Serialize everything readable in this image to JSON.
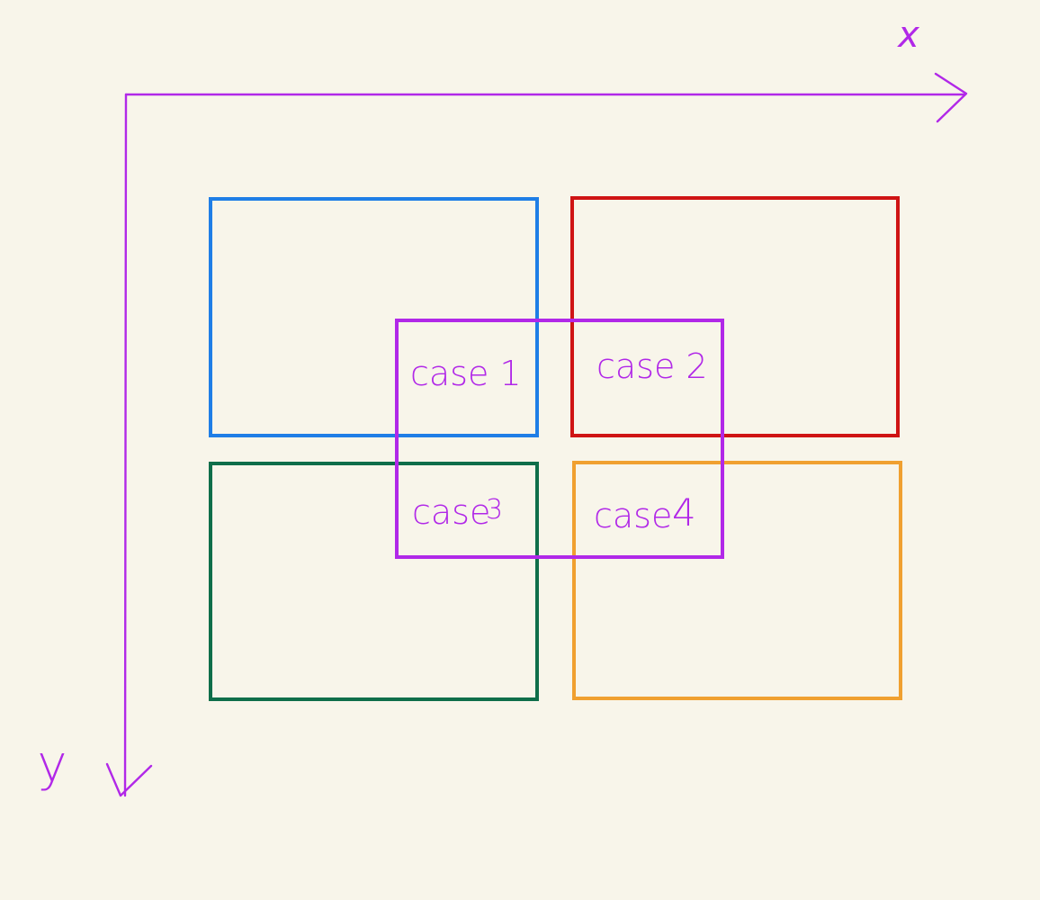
{
  "axes": {
    "x_label": "x",
    "y_label": "y",
    "color": "#b128e8"
  },
  "rectangles": {
    "blue": {
      "color": "#1f7ee6"
    },
    "red": {
      "color": "#cf1414"
    },
    "green": {
      "color": "#0f6e4a"
    },
    "orange": {
      "color": "#f0a030"
    },
    "purple": {
      "color": "#b128e8"
    }
  },
  "cases": {
    "case1": "case 1",
    "case2": "case 2",
    "case3_word": "case",
    "case3_num": "3",
    "case4_word": "case",
    "case4_num": "4"
  }
}
